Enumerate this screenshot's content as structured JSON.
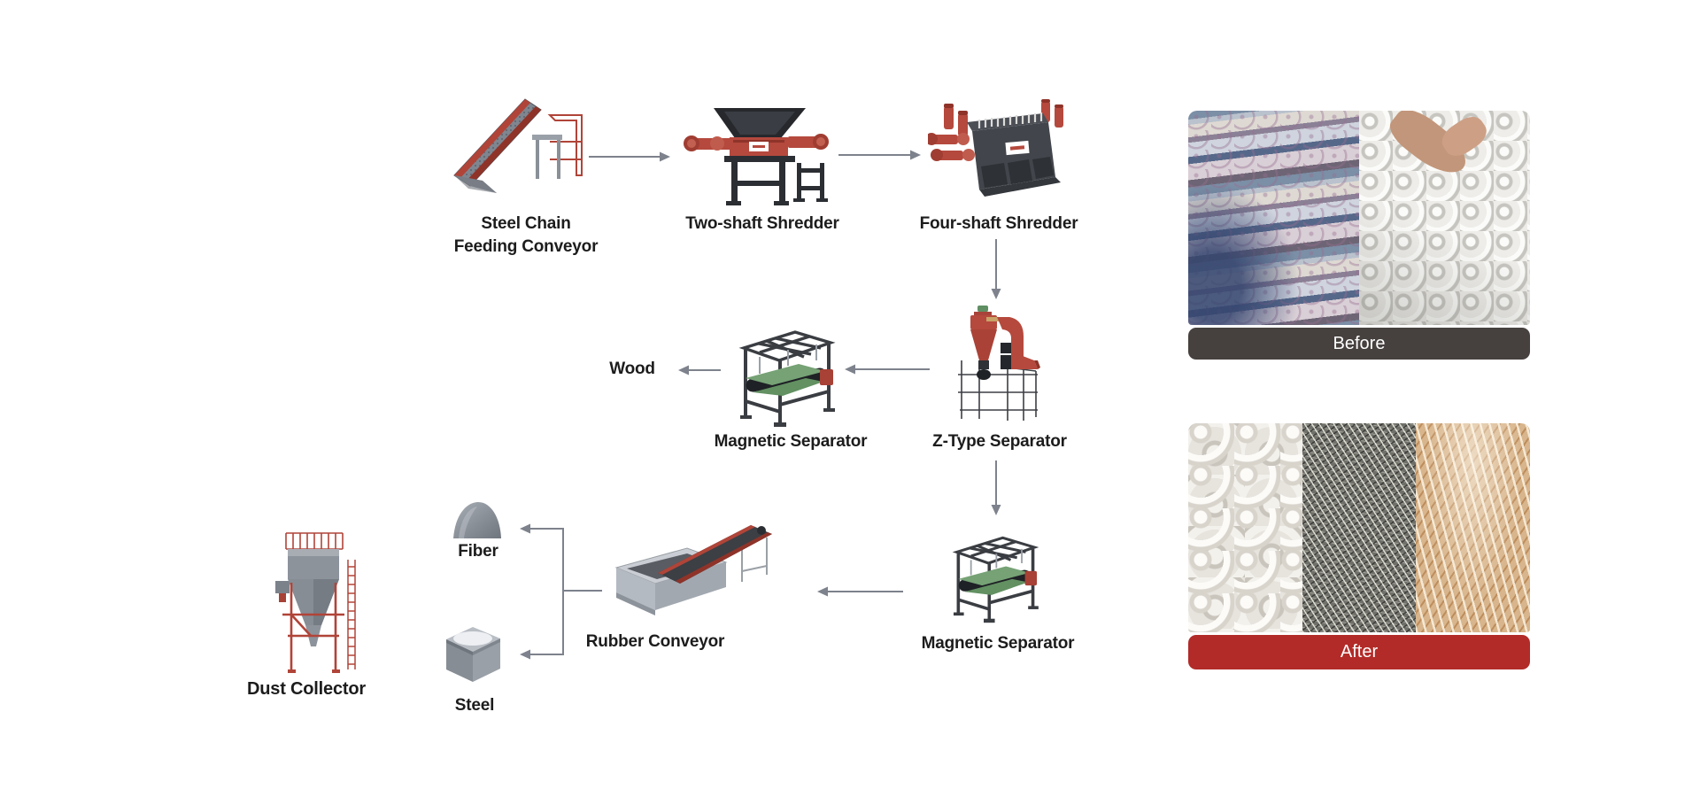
{
  "diagram": {
    "labels": {
      "feeding_conveyor": "Steel Chain\nFeeding Conveyor",
      "two_shaft_shredder": "Two-shaft Shredder",
      "four_shaft_shredder": "Four-shaft Shredder",
      "z_type_separator": "Z-Type Separator",
      "magnetic_separator_1": "Magnetic Separator",
      "wood_output": "Wood",
      "magnetic_separator_2": "Magnetic Separator",
      "rubber_conveyor": "Rubber Conveyor",
      "fiber_output": "Fiber",
      "steel_output": "Steel",
      "dust_collector": "Dust Collector"
    },
    "connections": [
      {
        "from": "Steel Chain Feeding Conveyor",
        "to": "Two-shaft Shredder"
      },
      {
        "from": "Two-shaft Shredder",
        "to": "Four-shaft Shredder"
      },
      {
        "from": "Four-shaft Shredder",
        "to": "Z-Type Separator"
      },
      {
        "from": "Z-Type Separator",
        "to": "Magnetic Separator"
      },
      {
        "from": "Magnetic Separator",
        "to": "Wood"
      },
      {
        "from": "Z-Type Separator",
        "to": "Magnetic Separator (lower)"
      },
      {
        "from": "Magnetic Separator (lower)",
        "to": "Rubber Conveyor"
      },
      {
        "from": "Rubber Conveyor",
        "to": "Fiber"
      },
      {
        "from": "Rubber Conveyor",
        "to": "Steel"
      }
    ],
    "colors": {
      "machine_red": "#b5493d",
      "machine_dark": "#33363b",
      "belt_green": "#76a275",
      "arrow": "#7d828c",
      "label_text": "#1c1c1c"
    }
  },
  "panels": {
    "before": {
      "label": "Before",
      "banner_color": "#46403e",
      "photos": [
        "stacked-used-mattresses",
        "white-pocket-springs-with-hand"
      ]
    },
    "after": {
      "label": "After",
      "banner_color": "#b22b28",
      "photos": [
        "shredded-foam",
        "shredded-steel-wire",
        "wood-fiber-shavings"
      ]
    }
  }
}
